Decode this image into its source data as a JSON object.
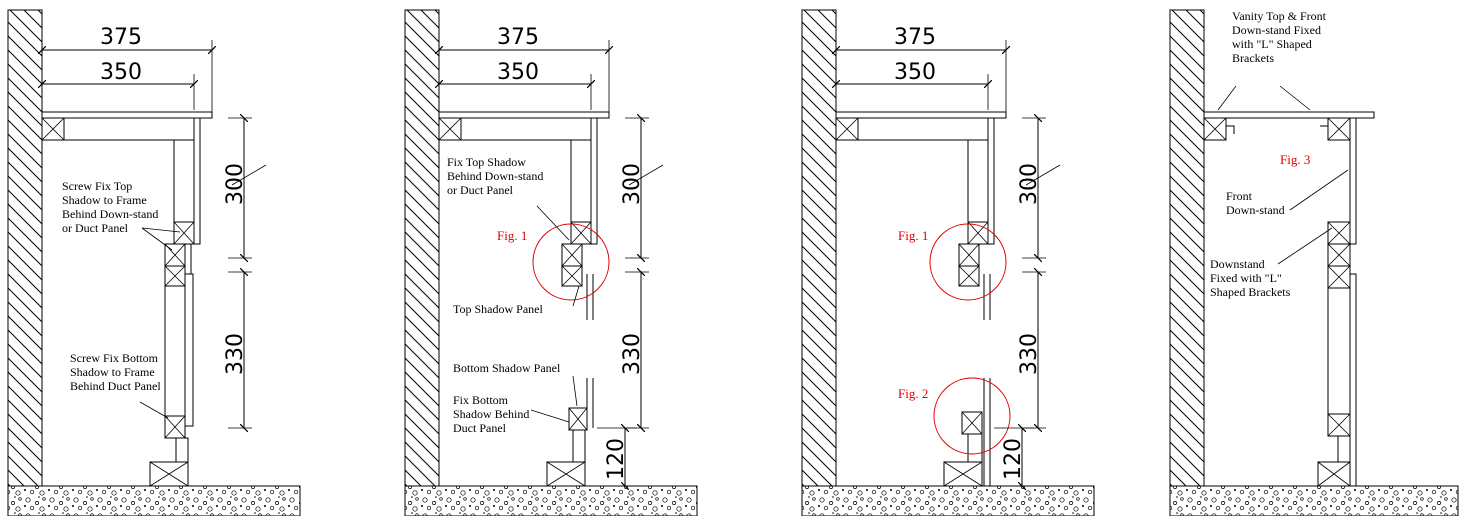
{
  "colors": {
    "line": "#000000",
    "callout": "#e00000",
    "background": "#ffffff"
  },
  "dimensions": {
    "overall_width": "375",
    "top_width": "350",
    "downstand_height": "300",
    "duct_panel_height": "330",
    "plinth_height": "120"
  },
  "panel1": {
    "note_top": [
      "Screw Fix Top",
      "Shadow to Frame",
      "Behind Down-stand",
      "or Duct Panel"
    ],
    "note_bottom": [
      "Screw Fix Bottom",
      "Shadow to Frame",
      "Behind Duct Panel"
    ]
  },
  "panel2": {
    "note_top": [
      "Fix Top Shadow",
      "Behind Down-stand",
      "or Duct Panel"
    ],
    "fig1": "Fig. 1",
    "top_shadow": "Top Shadow Panel",
    "bottom_shadow": "Bottom Shadow Panel",
    "note_bottom": [
      "Fix Bottom",
      "Shadow Behind",
      "Duct Panel"
    ]
  },
  "panel3": {
    "fig1": "Fig. 1",
    "fig2": "Fig. 2"
  },
  "panel4": {
    "note_top": [
      "Vanity Top & Front",
      "Down-stand Fixed",
      "with \"L\" Shaped",
      "Brackets"
    ],
    "fig3": "Fig. 3",
    "front": [
      "Front",
      "Down-stand"
    ],
    "downstand": [
      "Downstand",
      "Fixed with \"L\"",
      "Shaped Brackets"
    ]
  }
}
